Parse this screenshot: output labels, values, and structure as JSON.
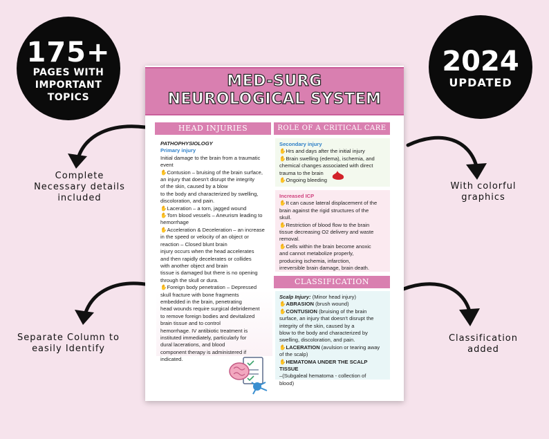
{
  "badges": {
    "left": {
      "big": "175+",
      "lines": [
        "PAGES WITH",
        "IMPORTANT",
        "TOPICS"
      ]
    },
    "right": {
      "big": "2024",
      "small": "UPDATED"
    }
  },
  "callouts": {
    "top_left": [
      "Complete",
      "Necessary details",
      "included"
    ],
    "bottom_left": [
      "Separate Column to",
      "easily Identify"
    ],
    "top_right": [
      "With colorful",
      "graphics"
    ],
    "bottom_right": [
      "Classification",
      "added"
    ]
  },
  "document": {
    "title_lines": [
      "MED-SURG",
      "NEUROLOGICAL SYSTEM"
    ],
    "col_left_title": "HEAD INJURIES",
    "col_right_title": "ROLE OF A CRITICAL CARE NURSE",
    "classification_title": "CLASSIFICATION",
    "left_panel": {
      "heading": "PATHOPHYSIOLOGY",
      "subheading": "Primary injury",
      "lines": [
        "Initial damage to the brain from a traumatic",
        "event",
        "✋Contusion – bruising of the brain surface,",
        "an injury that doesn't disrupt the integrity",
        "of the skin, caused by a blow",
        "to the body and characterized by swelling,",
        "discoloration, and pain.",
        "✋Laceration – a torn, jagged wound",
        "✋Torn blood vessels – Aneurism leading to",
        "hemorrhage",
        "✋Acceleration & Deceleration – an increase",
        "in the speed or velocity of an object or",
        "reaction – Closed blunt brain",
        "injury occurs when the head accelerates",
        "and then rapidly decelerates or collides",
        "with another object and brain",
        "tissue is damaged but there is no opening",
        "through the skull or dura.",
        "✋Foreign body penetration – Depressed",
        "skull fracture with bone fragments",
        "embedded in the brain, penetrating",
        "head wounds require surgical debridement",
        "to remove foreign bodies and devitalized",
        "brain tissue and to control",
        "hemorrhage. IV antibiotic treatment is",
        "instituted immediately, particularly for",
        "dural lacerations, and blood",
        "component therapy is administered if",
        "indicated."
      ]
    },
    "secondary_panel": {
      "heading": "Secondary injury",
      "lines": [
        "✋Hrs and days after the initial injury",
        "✋Brain swelling (edema), ischemia, and",
        "chemical changes associated with direct",
        "trauma to the brain",
        "✋Ongoing bleeding"
      ]
    },
    "icp_panel": {
      "heading": "Increased ICP",
      "lines": [
        "✋It can cause lateral displacement of the",
        "brain against the rigid structures of the",
        "skull.",
        "✋Restriction of blood flow to the brain",
        "tissue decreasing O2 delivery and waste",
        "removal.",
        "✋Cells within the brain become anoxic",
        "and cannot metabolize properly,",
        "producing ischemia, infarction,",
        "irreversible brain damage, brain death."
      ]
    },
    "class_panel": {
      "heading": "Scalp Injury:",
      "heading_tail": " (Minor head injury)",
      "lines": [
        "✋ABRASION (brush wound)",
        "✋CONTUSION (bruising of the brain",
        "surface, an injury that doesn't disrupt the",
        "integrity of the skin, caused by a",
        "blow to the body and characterized by",
        "swelling, discoloration, and pain.",
        "✋LACERATION (avulsion or tearing away",
        "of the scalp)",
        "✋HEMATOMA UNDER THE SCALP TISSUE",
        "–(Subgaleal hematoma - collection of",
        "blood)"
      ]
    }
  },
  "colors": {
    "background": "#f6e3ec",
    "accent_pink": "#d97fb0",
    "badge": "#0b0b0b",
    "blue_heading": "#2f80c8",
    "pink_heading": "#d0437f"
  }
}
